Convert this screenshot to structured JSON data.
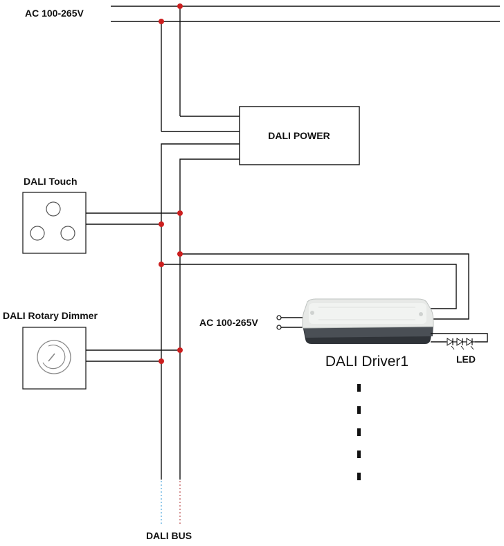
{
  "labels": {
    "ac_main": "AC 100-265V",
    "dali_power": "DALI POWER",
    "dali_touch": "DALI Touch",
    "dali_rotary": "DALI Rotary Dimmer",
    "ac_driver": "AC 100-265V",
    "dali_driver": "DALI Driver1",
    "led": "LED",
    "dali_bus": "DALI BUS"
  },
  "colors": {
    "wire": "#111111",
    "junction": "#cc1f1f",
    "bus_extension_left": "#5aaee0",
    "bus_extension_right": "#c05a5a"
  }
}
